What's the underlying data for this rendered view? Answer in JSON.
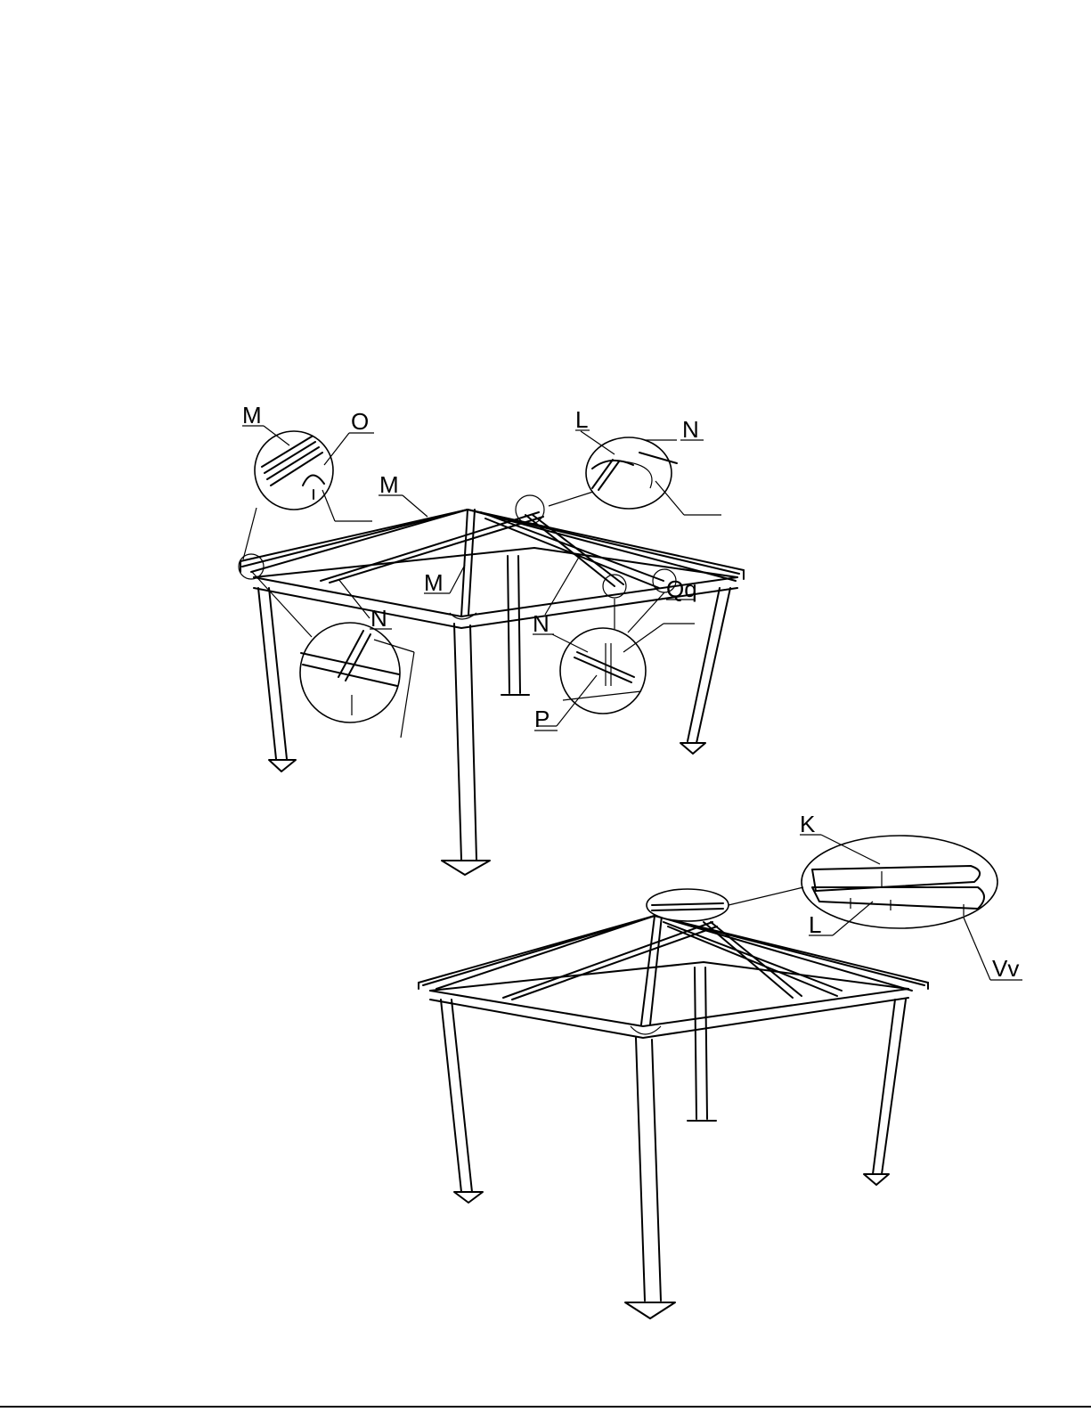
{
  "figure_top": {
    "labels": {
      "m_top_left": "M",
      "o": "O",
      "m_roof": "M",
      "m_inner": "M",
      "n_left": "N",
      "l": "L",
      "n_top_right": "N",
      "n_mid": "N",
      "qq": "Qq",
      "p": "P"
    }
  },
  "figure_bottom": {
    "labels": {
      "k": "K",
      "l": "L",
      "vv": "Vv"
    }
  },
  "colors": {
    "line": "#000000",
    "background": "#ffffff"
  }
}
